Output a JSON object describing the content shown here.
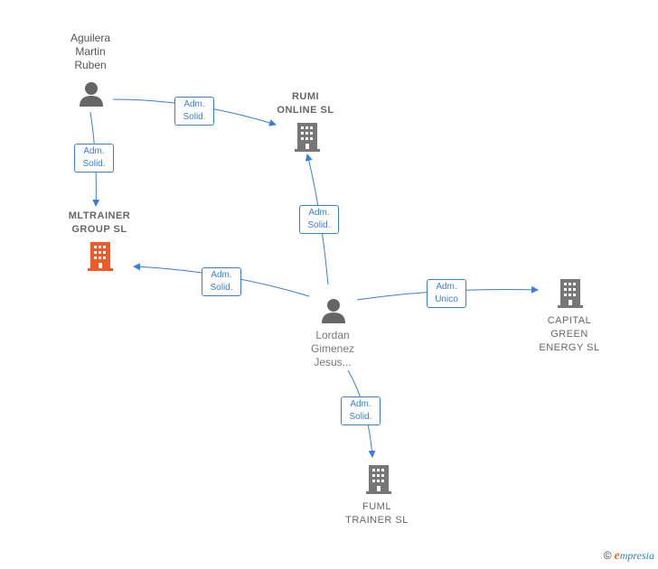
{
  "nodes": {
    "aguilera": {
      "label": "Aguilera\nMartin\nRuben",
      "type": "person"
    },
    "rumi": {
      "label": "RUMI\nONLINE  SL",
      "type": "company"
    },
    "mltrainer": {
      "label": "MLTRAINER\nGROUP  SL",
      "type": "company",
      "highlight": true
    },
    "lordan": {
      "label": "Lordan\nGimenez\nJesus...",
      "type": "person"
    },
    "capital": {
      "label": "CAPITAL\nGREEN\nENERGY  SL",
      "type": "company"
    },
    "fuml": {
      "label": "FUML\nTRAINER  SL",
      "type": "company"
    }
  },
  "edges": [
    {
      "id": "e1",
      "label": "Adm.\nSolid."
    },
    {
      "id": "e2",
      "label": "Adm.\nSolid."
    },
    {
      "id": "e3",
      "label": "Adm.\nSolid."
    },
    {
      "id": "e4",
      "label": "Adm.\nSolid."
    },
    {
      "id": "e5",
      "label": "Adm.\nUnico"
    },
    {
      "id": "e6",
      "label": "Adm.\nSolid."
    }
  ],
  "colors": {
    "edge": "#3b7dd8",
    "icon": "#666666",
    "highlight": "#f05a28"
  },
  "brand": {
    "copyright": "©",
    "initial": "e",
    "rest": "mpresia"
  }
}
